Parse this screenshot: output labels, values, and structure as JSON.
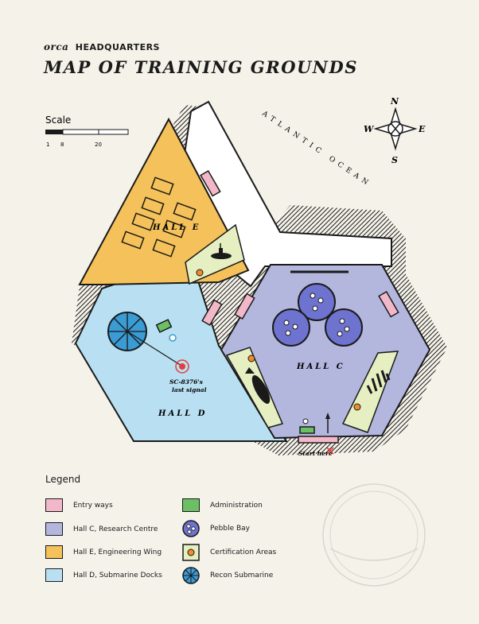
{
  "header": {
    "brand": "orca",
    "kicker": "HEADQUARTERS",
    "title": "MAP OF TRAINING GROUNDS"
  },
  "scale": {
    "label": "Scale",
    "ticks": [
      "1",
      "8",
      "20"
    ]
  },
  "compass": {
    "n": "N",
    "s": "S",
    "e": "E",
    "w": "W"
  },
  "ocean_label": "ATLANTIC OCEAN",
  "halls": {
    "e": "HALL E",
    "c": "HALL C",
    "d": "HALL D"
  },
  "signal_label_line1": "SC-8376's",
  "signal_label_line2": "last signal",
  "start_label": "Start here",
  "legend": {
    "title": "Legend",
    "items": [
      {
        "label": "Entry ways",
        "color": "#f2b8c9"
      },
      {
        "label": "Hall C, Research Centre",
        "color": "#b3b6dd"
      },
      {
        "label": "Hall E, Engineering Wing",
        "color": "#f5c15a"
      },
      {
        "label": "Hall D, Submarine Docks",
        "color": "#b9e0f2"
      },
      {
        "label": "Administration",
        "color": "#6cbf64"
      },
      {
        "label": "Pebble Bay",
        "color": "#6e73cf"
      },
      {
        "label": "Certification Areas",
        "color": "#e5efc1"
      },
      {
        "label": "Recon Submarine",
        "color": "#3a9bd5"
      }
    ]
  }
}
